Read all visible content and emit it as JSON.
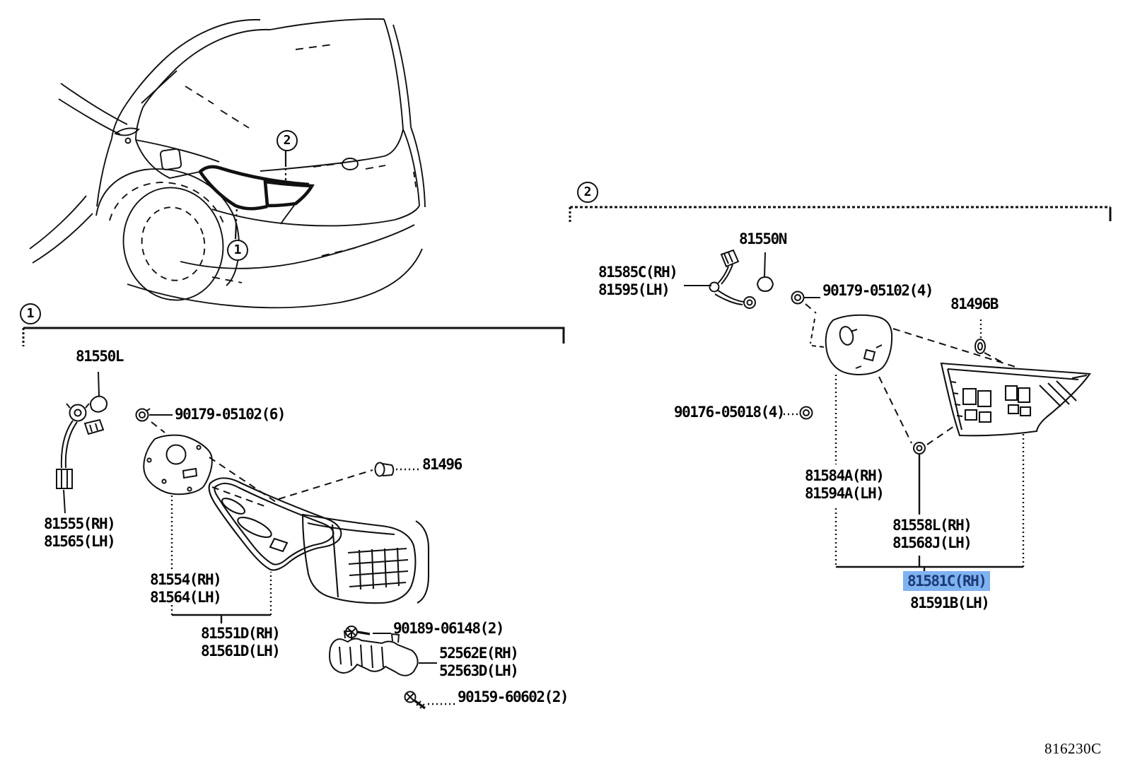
{
  "doc": {
    "code": "816230C"
  },
  "highlight": {
    "bg": "#7FB2F0",
    "fg": "#1B3A74"
  },
  "callouts": {
    "c1": "1",
    "c2": "2"
  },
  "section1": {
    "badge": "1",
    "bulb": "81550L",
    "nut": "90179-05102(6)",
    "socket_rh": "81555(RH)",
    "socket_lh": "81565(LH)",
    "gasket_rh": "81554(RH)",
    "gasket_lh": "81564(LH)",
    "body_rh": "81551D(RH)",
    "body_lh": "81561D(LH)",
    "grommet": "81496",
    "screw_upper": "90189-06148(2)",
    "bracket_rh": "52562E(RH)",
    "bracket_lh": "52563D(LH)",
    "screw_lower": "90159-60602(2)"
  },
  "section2": {
    "badge": "2",
    "bulb": "81550N",
    "socket_rh": "81585C(RH)",
    "socket_lh": "81595(LH)",
    "nut": "90179-05102(4)",
    "grommet": "81496B",
    "screw": "90176-05018(4)",
    "gasket_rh": "81584A(RH)",
    "gasket_lh": "81594A(LH)",
    "cord_rh": "81558L(RH)",
    "cord_lh": "81568J(LH)",
    "lens_rh": "81581C(RH)",
    "lens_lh": "81591B(LH)"
  }
}
